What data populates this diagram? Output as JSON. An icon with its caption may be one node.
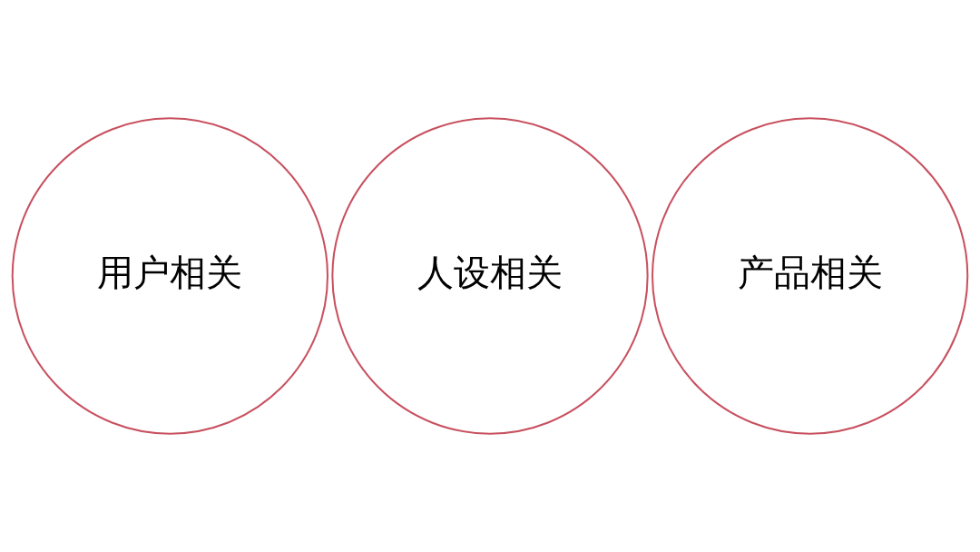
{
  "diagram": {
    "nodes": [
      {
        "text": [
          "用户相关"
        ]
      },
      {
        "text": [
          "人设相关"
        ]
      },
      {
        "text": [
          "产品相关"
        ]
      }
    ]
  }
}
